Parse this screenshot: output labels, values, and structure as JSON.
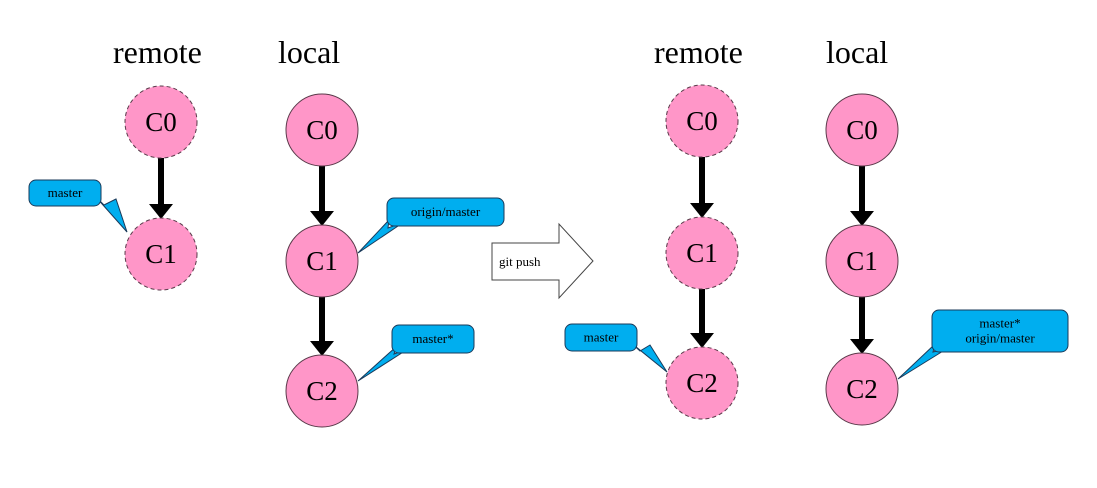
{
  "colors": {
    "node_fill": "#FF96C8",
    "node_stroke": "#5a3a4a",
    "callout_fill": "#00AEEF",
    "callout_stroke": "#1a3a5a",
    "edge": "#000000"
  },
  "before": {
    "remote": {
      "title": "remote",
      "nodes": [
        {
          "label": "C0",
          "dashed": true
        },
        {
          "label": "C1",
          "dashed": true
        }
      ],
      "callouts": [
        {
          "lines": [
            "master"
          ],
          "target": "C1"
        }
      ]
    },
    "local": {
      "title": "local",
      "nodes": [
        {
          "label": "C0",
          "dashed": false
        },
        {
          "label": "C1",
          "dashed": false
        },
        {
          "label": "C2",
          "dashed": false
        }
      ],
      "callouts": [
        {
          "lines": [
            "origin/master"
          ],
          "target": "C1"
        },
        {
          "lines": [
            "master*"
          ],
          "target": "C2"
        }
      ]
    }
  },
  "operation": {
    "label": "git push"
  },
  "after": {
    "remote": {
      "title": "remote",
      "nodes": [
        {
          "label": "C0",
          "dashed": true
        },
        {
          "label": "C1",
          "dashed": true
        },
        {
          "label": "C2",
          "dashed": true
        }
      ],
      "callouts": [
        {
          "lines": [
            "master"
          ],
          "target": "C2"
        }
      ]
    },
    "local": {
      "title": "local",
      "nodes": [
        {
          "label": "C0",
          "dashed": false
        },
        {
          "label": "C1",
          "dashed": false
        },
        {
          "label": "C2",
          "dashed": false
        }
      ],
      "callouts": [
        {
          "lines": [
            "master*",
            "origin/master"
          ],
          "target": "C2"
        }
      ]
    }
  }
}
